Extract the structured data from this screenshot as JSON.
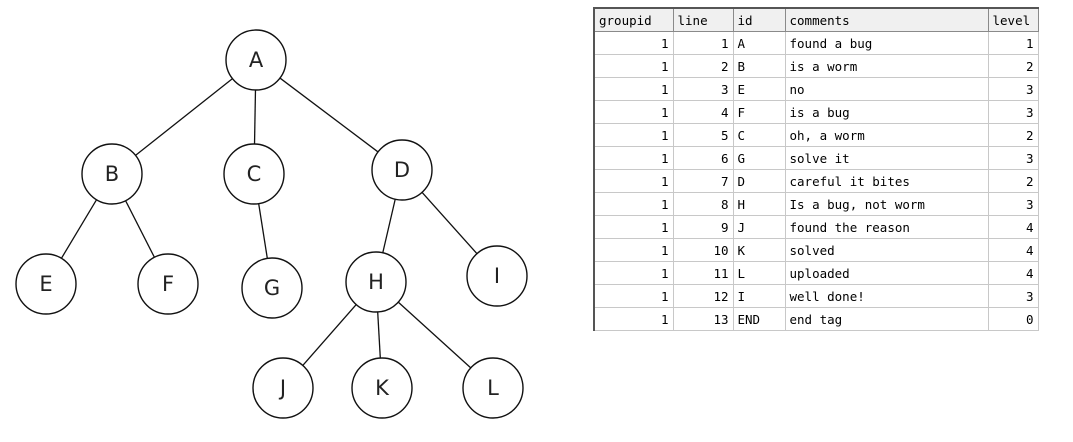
{
  "tree": {
    "nodes": [
      {
        "id": "A",
        "label": "A"
      },
      {
        "id": "B",
        "label": "B"
      },
      {
        "id": "C",
        "label": "C"
      },
      {
        "id": "D",
        "label": "D"
      },
      {
        "id": "E",
        "label": "E"
      },
      {
        "id": "F",
        "label": "F"
      },
      {
        "id": "G",
        "label": "G"
      },
      {
        "id": "H",
        "label": "H"
      },
      {
        "id": "I",
        "label": "I"
      },
      {
        "id": "J",
        "label": "J"
      },
      {
        "id": "K",
        "label": "K"
      },
      {
        "id": "L",
        "label": "L"
      }
    ],
    "edges": [
      [
        "A",
        "B"
      ],
      [
        "A",
        "C"
      ],
      [
        "A",
        "D"
      ],
      [
        "B",
        "E"
      ],
      [
        "B",
        "F"
      ],
      [
        "C",
        "G"
      ],
      [
        "D",
        "H"
      ],
      [
        "D",
        "I"
      ],
      [
        "H",
        "J"
      ],
      [
        "H",
        "K"
      ],
      [
        "H",
        "L"
      ]
    ]
  },
  "table": {
    "columns": [
      "groupid",
      "line",
      "id",
      "comments",
      "level"
    ],
    "rows": [
      {
        "groupid": "1",
        "line": "1",
        "id": "A",
        "comments": "found a bug",
        "level": "1"
      },
      {
        "groupid": "1",
        "line": "2",
        "id": "B",
        "comments": "is a worm",
        "level": "2"
      },
      {
        "groupid": "1",
        "line": "3",
        "id": "E",
        "comments": "no",
        "level": "3"
      },
      {
        "groupid": "1",
        "line": "4",
        "id": "F",
        "comments": "is a bug",
        "level": "3"
      },
      {
        "groupid": "1",
        "line": "5",
        "id": "C",
        "comments": "oh, a worm",
        "level": "2"
      },
      {
        "groupid": "1",
        "line": "6",
        "id": "G",
        "comments": "solve it",
        "level": "3"
      },
      {
        "groupid": "1",
        "line": "7",
        "id": "D",
        "comments": "careful it bites",
        "level": "2"
      },
      {
        "groupid": "1",
        "line": "8",
        "id": "H",
        "comments": "Is a bug, not worm",
        "level": "3"
      },
      {
        "groupid": "1",
        "line": "9",
        "id": "J",
        "comments": "found the reason",
        "level": "4"
      },
      {
        "groupid": "1",
        "line": "10",
        "id": "K",
        "comments": "solved",
        "level": "4"
      },
      {
        "groupid": "1",
        "line": "11",
        "id": "L",
        "comments": "uploaded",
        "level": "4"
      },
      {
        "groupid": "1",
        "line": "12",
        "id": "I",
        "comments": "well done!",
        "level": "3"
      },
      {
        "groupid": "1",
        "line": "13",
        "id": "END",
        "comments": "end tag",
        "level": "0"
      }
    ]
  }
}
